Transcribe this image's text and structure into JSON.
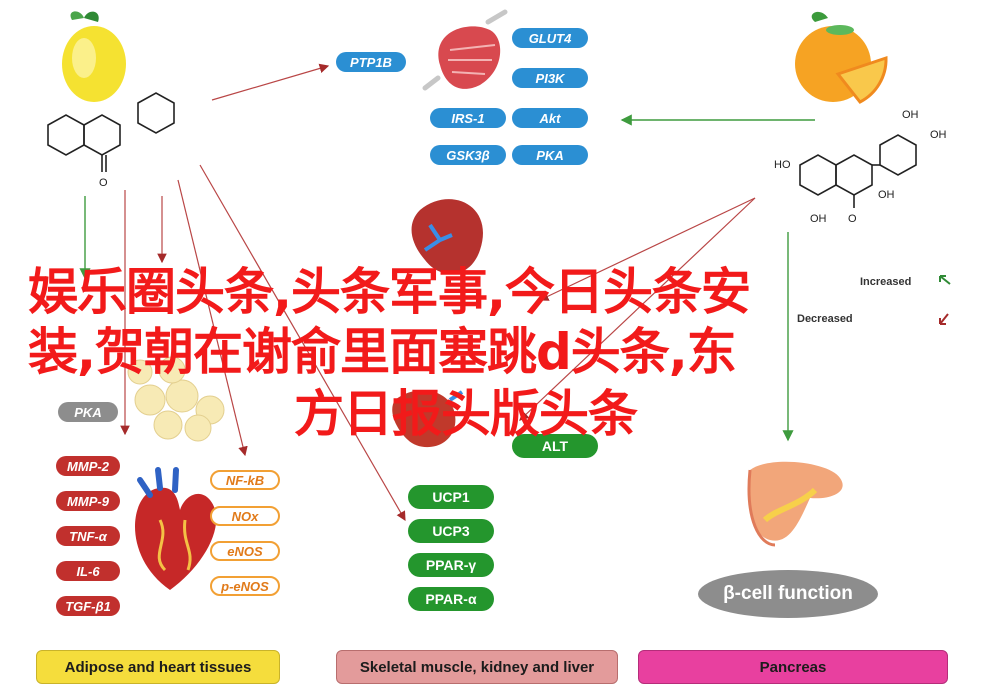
{
  "colors": {
    "blue": "#2b8fd3",
    "red": "#c1302d",
    "orange": "#f2a034",
    "green": "#24962d",
    "grey": "#8d8d8d",
    "overlay": "#f21a1a",
    "adipose": "#f5dd3c",
    "skeletal": "#e39b9b",
    "pancreas": "#e8409f"
  },
  "skeletal_muscle": {
    "pills": [
      "PTP1B",
      "GLUT4",
      "PI3K",
      "IRS-1",
      "Akt",
      "GSK3β",
      "PKA"
    ]
  },
  "adipose_heart": {
    "red_pills": [
      "MMP-2",
      "MMP-9",
      "TNF-α",
      "IL-6",
      "TGF-β1"
    ],
    "orange_pills": [
      "NF-kB",
      "NOx",
      "eNOS",
      "p-eNOS"
    ],
    "grey_pills": [
      "PKA"
    ]
  },
  "kidney_liver": {
    "green_pills": [
      "ALT",
      "UCP1",
      "UCP3",
      "PPAR-γ",
      "PPAR-α"
    ]
  },
  "legend": {
    "increased": "Increased",
    "decreased": "Decreased"
  },
  "beta_cell": "β-cell function",
  "footer": {
    "adipose": "Adipose and heart tissues",
    "skeletal": "Skeletal muscle, kidney and liver",
    "pancreas": "Pancreas"
  },
  "overlay_text": {
    "line1": "娱乐圈头条,头条军事,今日头条安",
    "line2": "装,贺朝在谢俞里面塞跳d头条,东",
    "line3": "方日报头版头条"
  }
}
